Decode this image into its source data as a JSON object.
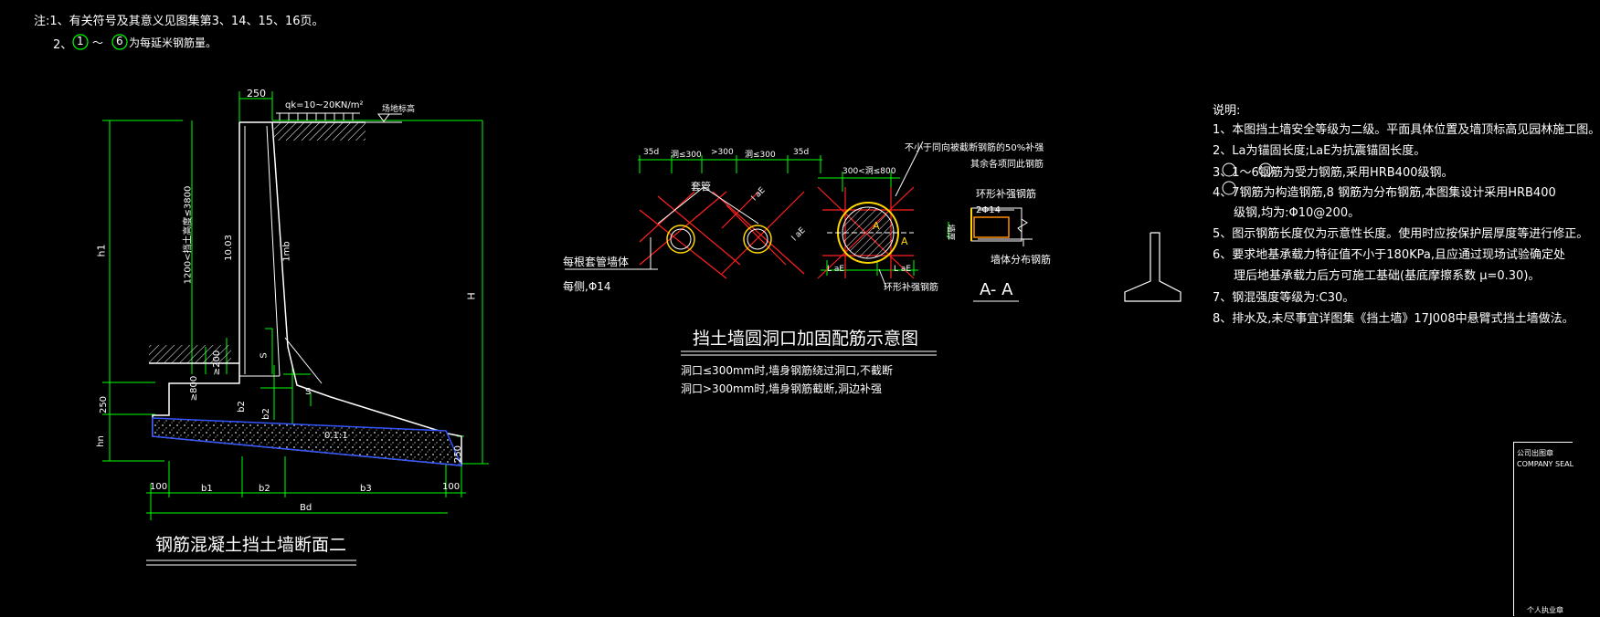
{
  "notes": {
    "line1": "注:1、有关符号及其意义见图集第3、14、15、16页。",
    "line2_a": "2、",
    "line2_b": "1",
    "line2_c": "～",
    "line2_d": "6",
    "line2_e": "为每延米钢筋量。"
  },
  "section": {
    "dim_top": "250",
    "load": "qk=10~20KN/m²",
    "ground_mark": "场地标高",
    "h1": "h1",
    "H": "H",
    "range": "1200<挡土高度≤3800",
    "l003": "10.03",
    "lmb": "1mb",
    "ge200": "≥200",
    "ge800": "≥800",
    "s1": "S",
    "s2": "S",
    "b2a": "b2",
    "b2b": "b2",
    "d250": "250",
    "hn": "hn",
    "d250r": "250",
    "slope": "0.1:1",
    "d100l": "100",
    "b1": "b1",
    "b2": "b2",
    "b3": "b3",
    "d100r": "100",
    "Bd": "Bd",
    "title": "钢筋混凝土挡土墙断面二"
  },
  "opening": {
    "d35a": "35d",
    "d300a": "洞≤300",
    "gt300": ">300",
    "d300b": "洞≤300",
    "d35b": "35d",
    "tao": "套管",
    "le1": "l aE",
    "le2": "l aE",
    "wall": "每根套管墙体",
    "each": "每侧,Φ14",
    "note_a": "不小于同向被截断钢筋的50%补强",
    "note_b": "其余各项同此钢筋",
    "d300_800": "300<洞≤800",
    "A1": "A",
    "A2": "A",
    "le3": "L aE",
    "le4": "L aE",
    "ring1": "环形补强钢筋",
    "ring2": "环形补强钢筋",
    "bar": "2Φ14",
    "side": "墙厚",
    "dist": "墙体分布钢筋",
    "aa": "A- A",
    "title": "挡土墙圆洞口加固配筋示意图",
    "n1": "洞口≤300mm时,墙身钢筋绕过洞口,不截断",
    "n2": "洞口>300mm时,墙身钢筋截断,洞边补强"
  },
  "legend": {
    "title": "说明:",
    "items": [
      "1、本图挡土墙安全等级为二级。平面具体位置及墙顶标高见园林施工图。",
      "2、La为锚固长度;LaE为抗震锚固长度。",
      "3、1～6钢筋为受力钢筋,采用HRB400级钢。",
      "4、7钢筋为构造钢筋,8 钢筋为分布钢筋,本图集设计采用HRB400",
      "级钢,均为:Φ10@200。",
      "5、图示钢筋长度仅为示意性长度。使用时应按保护层厚度等进行修正。",
      "6、要求地基承载力特征值不小于180KPa,且应通过现场试验确定处",
      "理后地基承载力后方可施工基础(基底摩擦系数 μ=0.30)。",
      "7、钢混强度等级为:C30。",
      "8、排水及,未尽事宜详图集《挡土墙》17J008中悬臂式挡土墙做法。"
    ]
  },
  "seal": {
    "line1": "公司出图章",
    "line2": "COMPANY SEAL",
    "line3": "个人执业章"
  }
}
